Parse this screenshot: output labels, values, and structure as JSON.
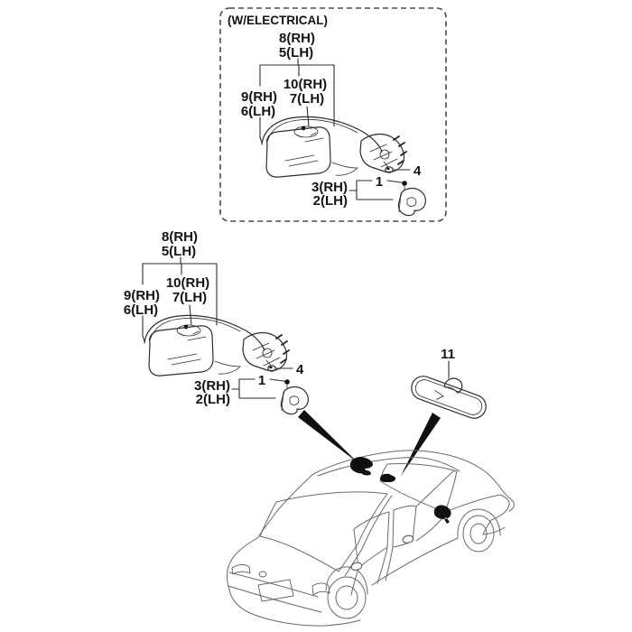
{
  "colors": {
    "background": "#ffffff",
    "part_line": "#2d2d2d",
    "car_line": "#6a6a6a",
    "arrow_fill": "#101010",
    "text": "#141414"
  },
  "electrical": {
    "box_title": "(W/ELECTRICAL)",
    "callouts": {
      "assembly_rh": "8(RH)",
      "assembly_lh": "5(LH)",
      "actuator_rh": "10(RH)",
      "actuator_lh": "7(LH)",
      "glass_rh": "9(RH)",
      "glass_lh": "6(LH)",
      "cover_rh": "3(RH)",
      "cover_lh": "2(LH)",
      "screw": "1",
      "grommet": "4"
    }
  },
  "standard": {
    "callouts": {
      "assembly_rh": "8(RH)",
      "assembly_lh": "5(LH)",
      "actuator_rh": "10(RH)",
      "actuator_lh": "7(LH)",
      "glass_rh": "9(RH)",
      "glass_lh": "6(LH)",
      "cover_rh": "3(RH)",
      "cover_lh": "2(LH)",
      "screw": "1",
      "grommet": "4"
    }
  },
  "interior": {
    "callout": "11"
  }
}
